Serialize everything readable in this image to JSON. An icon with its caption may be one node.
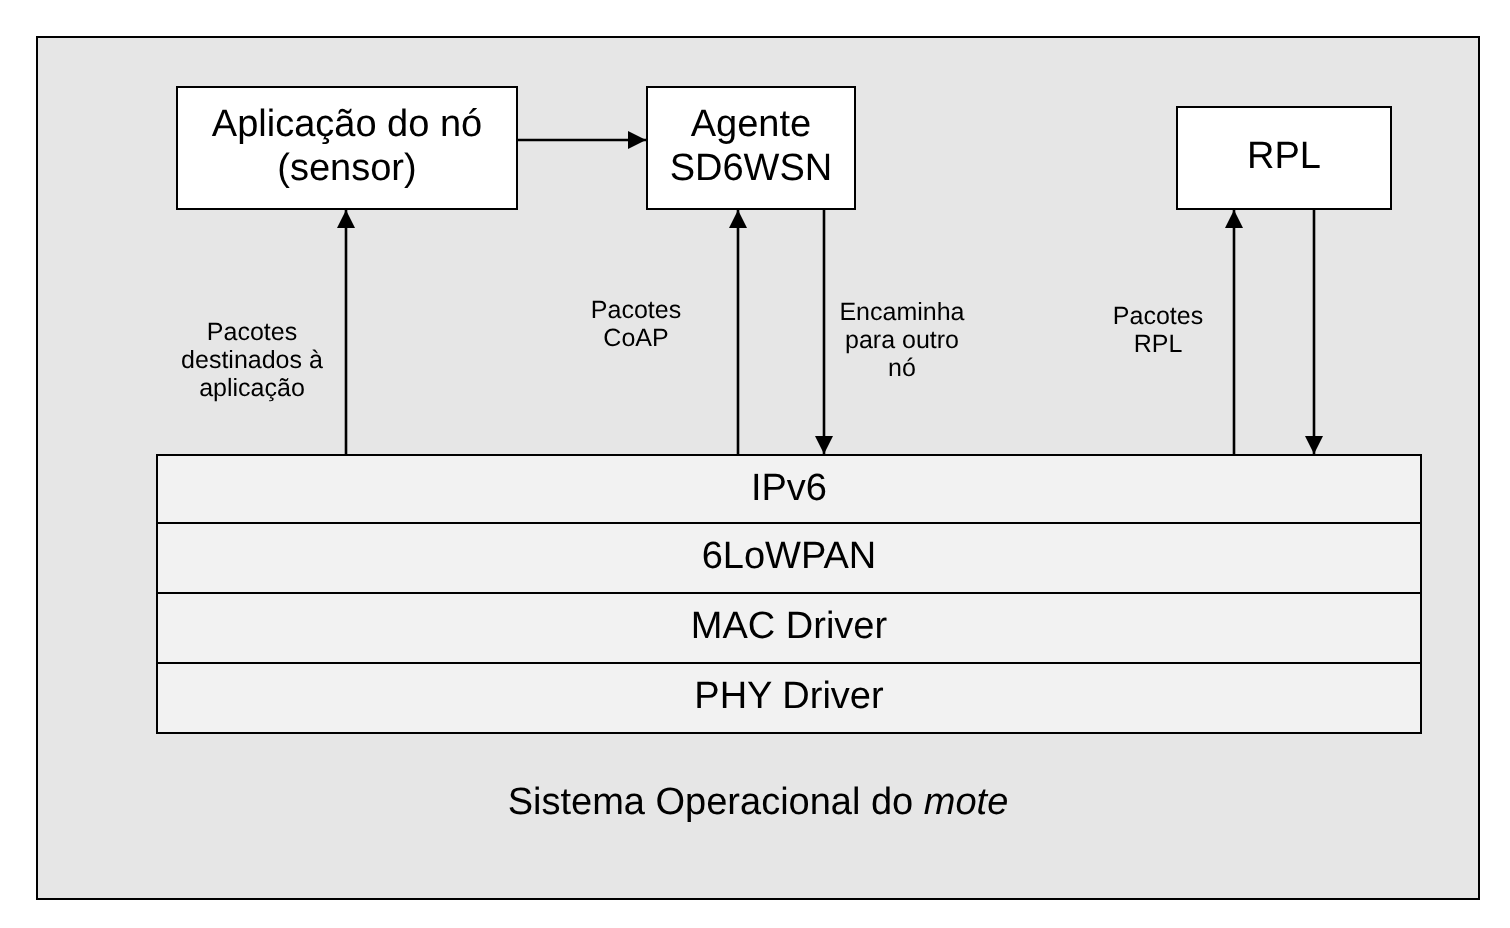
{
  "diagram": {
    "nodes": [
      {
        "text": [
          "Sistema Operacional do *mote*"
        ]
      },
      {
        "text": [
          "Aplicação do nó (sensor)"
        ],
        "in": 0
      },
      {
        "text": [
          "Agente SD6WSN"
        ],
        "in": 0
      },
      {
        "text": [
          "RPL"
        ],
        "in": 0
      },
      {
        "text": [
          "IPv6"
        ],
        "in": 0
      },
      {
        "text": [
          "6LoWPAN"
        ],
        "in": 0
      },
      {
        "text": [
          "MAC Driver"
        ],
        "in": 0
      },
      {
        "text": [
          "PHY Driver"
        ],
        "in": 0
      }
    ],
    "edges": [
      {
        "from": 1,
        "to": 2,
        "arrow": "to"
      },
      {
        "from": 4,
        "to": 1,
        "arrow": "to",
        "label": "Pacotes destinados à aplicação"
      },
      {
        "from": 4,
        "to": 2,
        "arrow": "to",
        "label": "Pacotes CoAP"
      },
      {
        "from": 2,
        "to": 4,
        "arrow": "to",
        "label": "Encaminha para outro nó"
      },
      {
        "from": 4,
        "to": 3,
        "arrow": "to",
        "label": "Pacotes RPL"
      },
      {
        "from": 3,
        "to": 4,
        "arrow": "to"
      }
    ]
  }
}
